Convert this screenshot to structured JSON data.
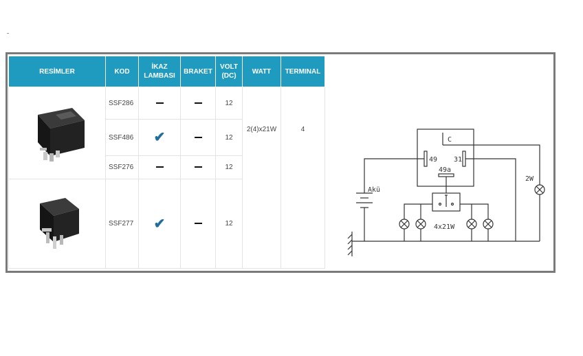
{
  "headers": {
    "images": "RESİMLER",
    "code": "KOD",
    "warning_lamp_1": "İKAZ",
    "warning_lamp_2": "LAMBASI",
    "bracket": "BRAKET",
    "volt_1": "VOLT",
    "volt_2": "(DC)",
    "watt": "WATT",
    "terminal": "TERMINAL"
  },
  "rows": [
    {
      "code": "SSF286",
      "warning_lamp": "dash-icon",
      "bracket": "dash-icon",
      "volt": "12"
    },
    {
      "code": "SSF486",
      "warning_lamp": "check-icon",
      "bracket": "dash-icon",
      "volt": "12"
    },
    {
      "code": "SSF276",
      "warning_lamp": "dash-icon",
      "bracket": "dash-icon",
      "volt": "12"
    },
    {
      "code": "SSF277",
      "warning_lamp": "check-icon",
      "bracket": "dash-icon",
      "volt": "12"
    }
  ],
  "watt": "2(4)x21W",
  "terminal": "4",
  "icons": {
    "dash": "−",
    "check": "✔"
  },
  "colors": {
    "header_bg": "#1e9bbf",
    "check": "#1f6f9c",
    "frame": "#7a7a7a"
  },
  "diagram": {
    "label_c": "C",
    "label_49": "49",
    "label_31": "31",
    "label_49a": "49a",
    "label_battery": "Akü",
    "label_2w": "2W",
    "label_4x21w": "4x21W"
  }
}
